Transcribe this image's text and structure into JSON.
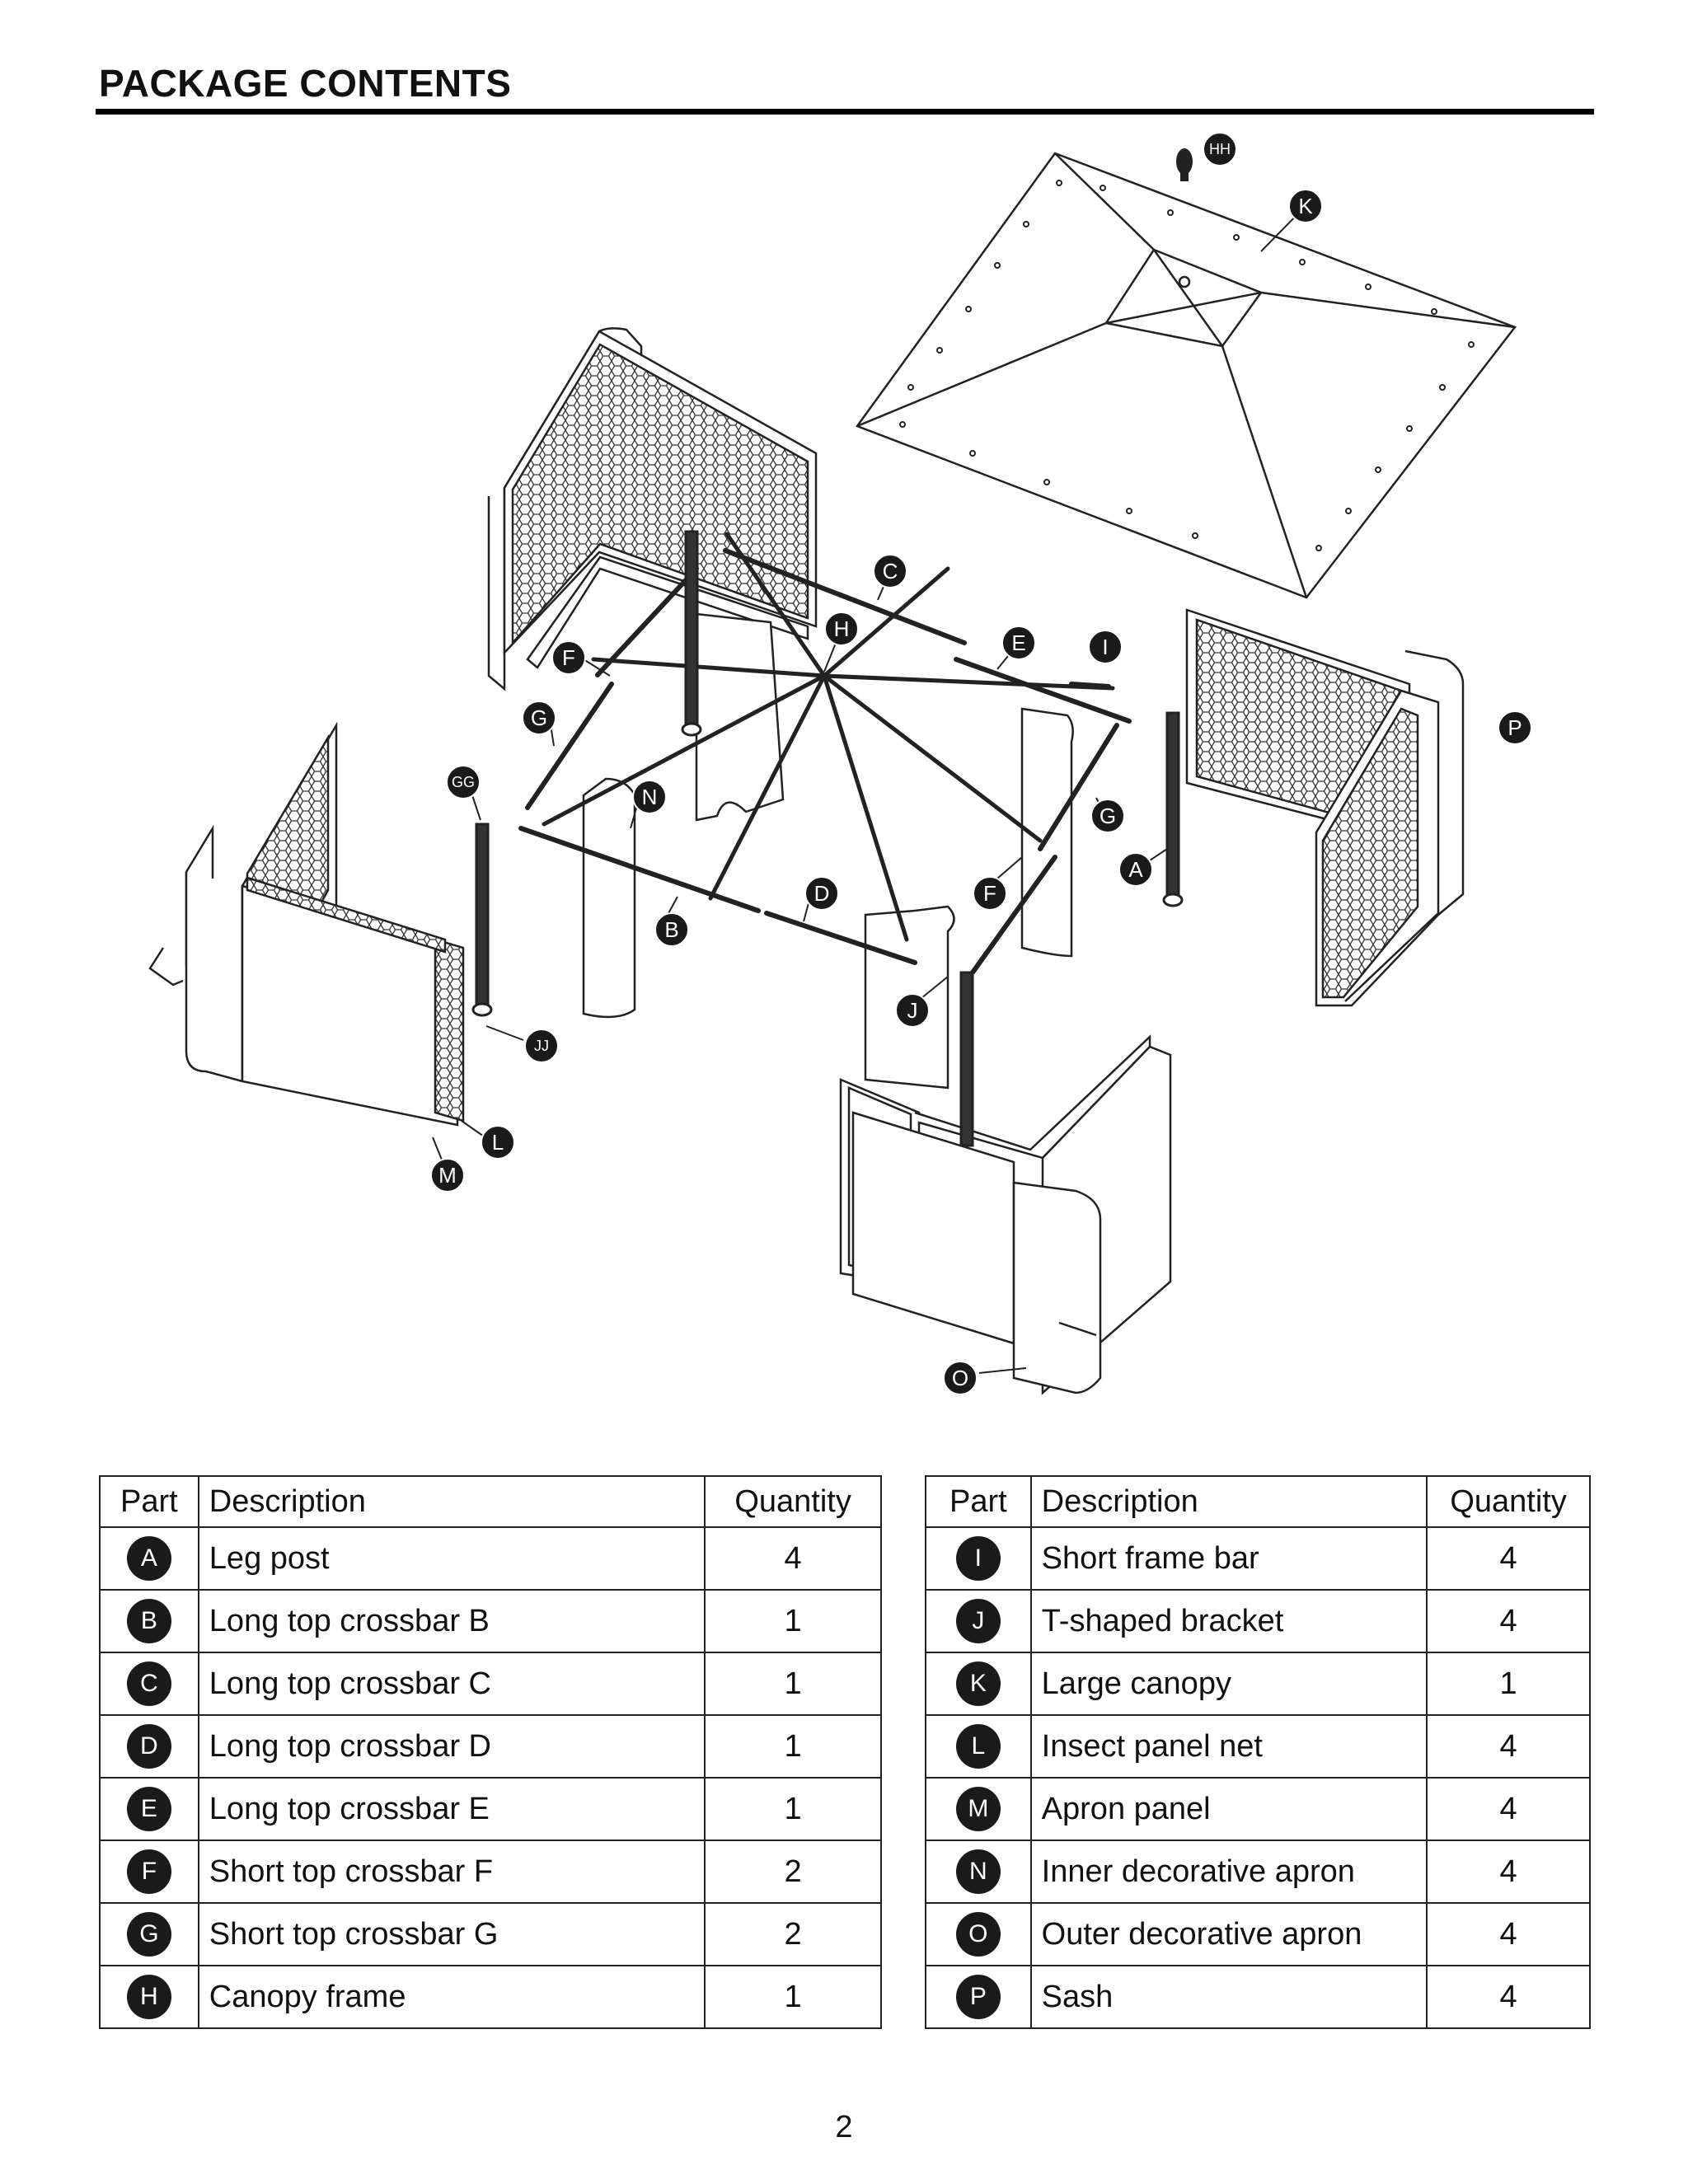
{
  "page": {
    "title": "PACKAGE CONTENTS",
    "page_number": "2"
  },
  "diagram": {
    "callouts": [
      "HH",
      "K",
      "C",
      "H",
      "E",
      "I",
      "F",
      "G",
      "P",
      "GG",
      "N",
      "G",
      "A",
      "D",
      "F",
      "B",
      "J",
      "JJ",
      "L",
      "M",
      "O"
    ]
  },
  "tables": {
    "left": {
      "headers": {
        "part": "Part",
        "description": "Description",
        "quantity": "Quantity"
      },
      "rows": [
        {
          "part": "A",
          "description": "Leg post",
          "quantity": "4"
        },
        {
          "part": "B",
          "description": "Long top crossbar B",
          "quantity": "1"
        },
        {
          "part": "C",
          "description": "Long top crossbar C",
          "quantity": "1"
        },
        {
          "part": "D",
          "description": "Long top crossbar D",
          "quantity": "1"
        },
        {
          "part": "E",
          "description": "Long top crossbar E",
          "quantity": "1"
        },
        {
          "part": "F",
          "description": "Short top crossbar F",
          "quantity": "2"
        },
        {
          "part": "G",
          "description": "Short top crossbar G",
          "quantity": "2"
        },
        {
          "part": "H",
          "description": "Canopy frame",
          "quantity": "1"
        }
      ]
    },
    "right": {
      "headers": {
        "part": "Part",
        "description": "Description",
        "quantity": "Quantity"
      },
      "rows": [
        {
          "part": "I",
          "description": "Short frame bar",
          "quantity": "4"
        },
        {
          "part": "J",
          "description": "T-shaped bracket",
          "quantity": "4"
        },
        {
          "part": "K",
          "description": "Large canopy",
          "quantity": "1"
        },
        {
          "part": "L",
          "description": "Insect panel net",
          "quantity": "4"
        },
        {
          "part": "M",
          "description": "Apron panel",
          "quantity": "4"
        },
        {
          "part": "N",
          "description": "Inner decorative apron",
          "quantity": "4"
        },
        {
          "part": "O",
          "description": "Outer decorative apron",
          "quantity": "4"
        },
        {
          "part": "P",
          "description": "Sash",
          "quantity": "4"
        }
      ]
    }
  }
}
